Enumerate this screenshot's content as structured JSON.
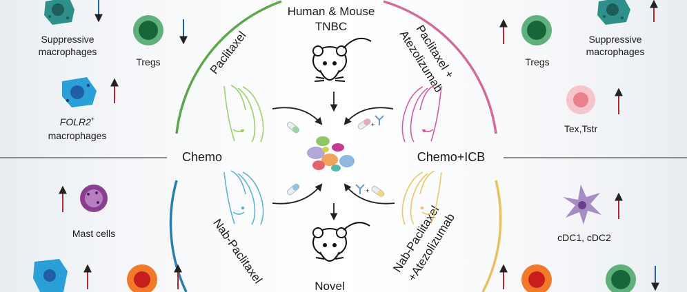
{
  "center": {
    "title_line1": "Human & Mouse",
    "title_line2": "TNBC",
    "bottom_label": "Novel"
  },
  "quadrants": {
    "top_left": {
      "label": "Paclitaxel",
      "color": "#5aa84a"
    },
    "top_right": {
      "label_line1": "Paclitaxel +",
      "label_line2": "Atezolizumab",
      "color": "#d46a9a"
    },
    "bottom_left": {
      "label": "Nab-Paclitaxel",
      "color": "#2b7db0"
    },
    "bottom_right": {
      "label_line1": "Nab-Paclitaxel",
      "label_line2": "+Atezolizumab",
      "color": "#e8c15e"
    }
  },
  "sides": {
    "left": "Chemo",
    "right": "Chemo+ICB"
  },
  "left_panel": {
    "suppressive_line1": "Suppressive",
    "suppressive_line2": "macrophages",
    "tregs": "Tregs",
    "folr2_gene": "FOLR2",
    "folr2_sup": "+",
    "folr2_line2": "macrophages",
    "mast_cells": "Mast cells"
  },
  "right_panel": {
    "tregs": "Tregs",
    "suppressive_line1": "Suppressive",
    "suppressive_line2": "macrophages",
    "tex_tstr": "Tex,Tstr",
    "cdc": "cDC1, cDC2"
  },
  "colors": {
    "up_arrow": "#b3262e",
    "down_arrow": "#1f5fa8",
    "macrophage_teal": "#2f8f8a",
    "macrophage_blue": "#2a9fd8"
  }
}
